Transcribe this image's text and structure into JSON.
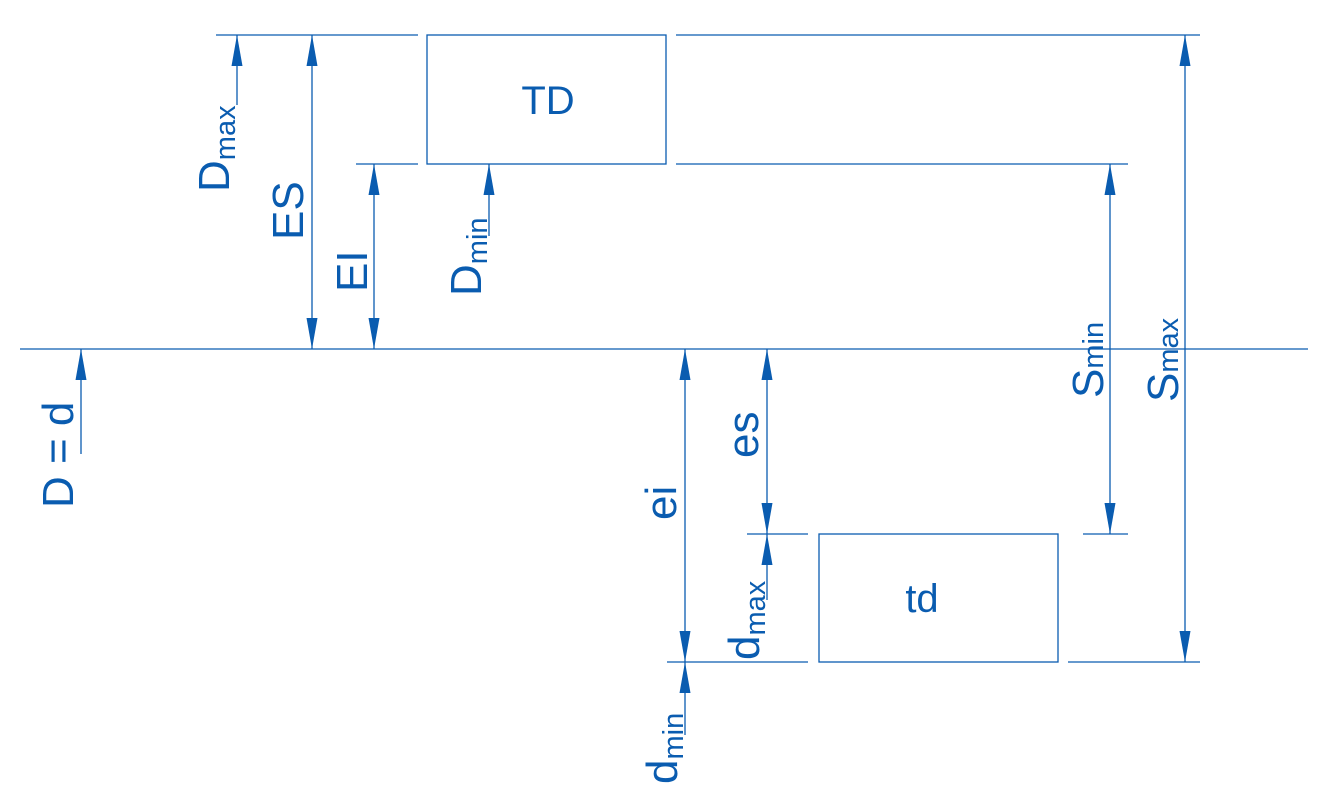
{
  "colors": {
    "stroke": "#0a5cb0",
    "text": "#0a5cb0",
    "background": "#ffffff"
  },
  "boxes": {
    "hole_tolerance": "TD",
    "shaft_tolerance": "td"
  },
  "labels": {
    "d_max_hole": {
      "main": "D",
      "sub": "max"
    },
    "d_min_hole": {
      "main": "D",
      "sub": "min"
    },
    "es_upper_hole": "ES",
    "ei_lower_hole": "EI",
    "nominal": "D = d",
    "es_upper_shaft": "es",
    "ei_lower_shaft": "ei",
    "d_max_shaft": {
      "main": "d",
      "sub": "max"
    },
    "d_min_shaft": {
      "main": "d",
      "sub": "min"
    },
    "s_min": {
      "main": "S",
      "sub": "min"
    },
    "s_max": {
      "main": "S",
      "sub": "max"
    }
  }
}
